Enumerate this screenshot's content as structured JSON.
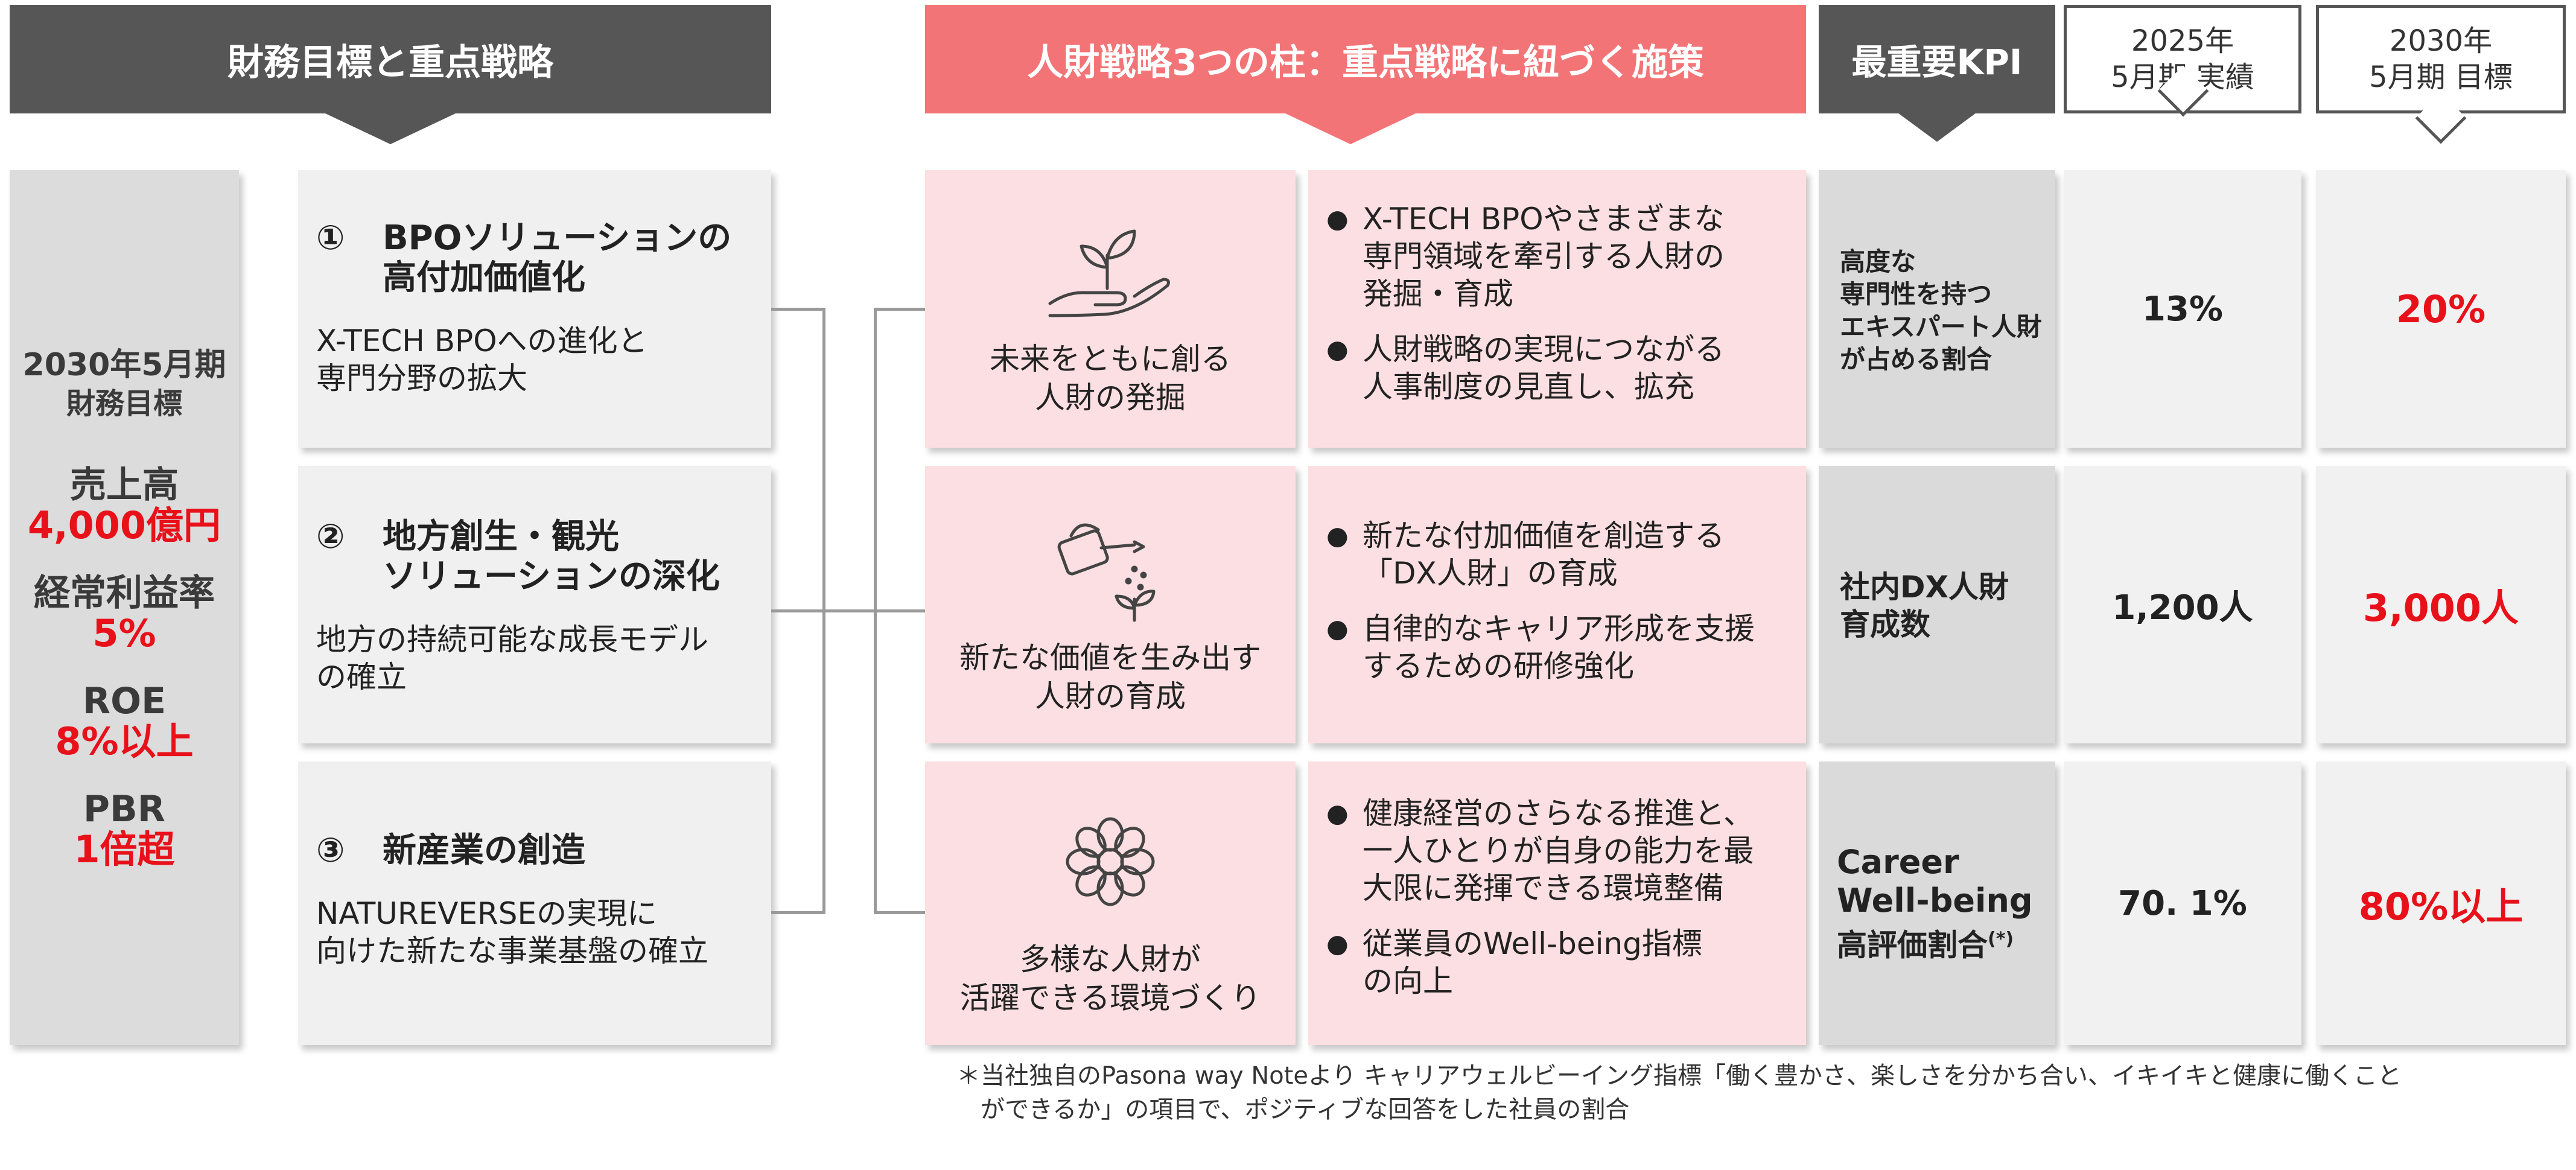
{
  "headers": {
    "left": "財務目標と重点戦略",
    "pink": "人財戦略3つの柱：重点戦略に紐づく施策",
    "kpi": "最重要KPI",
    "actual_line1": "2025年",
    "actual_line2": "5月期 実績",
    "target_line1": "2030年",
    "target_line2": "5月期 目標"
  },
  "financial": {
    "label_line1": "2030年5月期",
    "label_line2": "財務目標",
    "items": [
      {
        "metric": "売上高",
        "value": "4,000億円"
      },
      {
        "metric": "経常利益率",
        "value": "5%"
      },
      {
        "metric": "ROE",
        "value": "8%以上"
      },
      {
        "metric": "PBR",
        "value": "1倍超"
      }
    ]
  },
  "strategies": [
    {
      "number": "①",
      "title_line1": "BPOソリューションの",
      "title_line2": "高付加価値化",
      "desc_line1": "X-TECH BPOへの進化と",
      "desc_line2": "専門分野の拡大"
    },
    {
      "number": "②",
      "title_line1": "地方創生・観光",
      "title_line2": "ソリューションの深化",
      "desc_line1": "地方の持続可能な成長モデル",
      "desc_line2": "の確立"
    },
    {
      "number": "③",
      "title_line1": "新産業の創造",
      "title_line2": "",
      "desc_line1": "NATUREVERSEの実現に",
      "desc_line2": "向けた新たな事業基盤の確立"
    }
  ],
  "pillars": [
    {
      "icon": "seedling-hand-icon",
      "line1": "未来をともに創る",
      "line2": "人財の発掘",
      "bullets": [
        {
          "l1": "X-TECH BPOやさまざまな",
          "l2": "専門領域を牽引する人財の",
          "l3": "発掘・育成"
        },
        {
          "l1": "人財戦略の実現につながる",
          "l2": "人事制度の見直し、拡充",
          "l3": ""
        }
      ],
      "kpi_lines": [
        "高度な",
        "専門性を持つ",
        "エキスパート人財",
        "が占める割合"
      ],
      "actual": "13%",
      "target": "20%"
    },
    {
      "icon": "watering-can-icon",
      "line1": "新たな価値を生み出す",
      "line2": "人財の育成",
      "bullets": [
        {
          "l1": "新たな付加価値を創造する",
          "l2": "「DX人財」の育成",
          "l3": ""
        },
        {
          "l1": "自律的なキャリア形成を支援",
          "l2": "するための研修強化",
          "l3": ""
        }
      ],
      "kpi_lines": [
        "社内DX人財",
        "育成数"
      ],
      "actual": "1,200人",
      "target": "3,000人"
    },
    {
      "icon": "flower-icon",
      "line1": "多様な人財が",
      "line2": "活躍できる環境づくり",
      "bullets": [
        {
          "l1": "健康経営のさらなる推進と、",
          "l2": "一人ひとりが自身の能力を最",
          "l3": "大限に発揮できる環境整備"
        },
        {
          "l1": "従業員のWell-being指標",
          "l2": "の向上",
          "l3": ""
        }
      ],
      "kpi_lines": [
        "Career",
        "Well-being",
        "高評価割合"
      ],
      "kpi_note": "(*)",
      "actual": "70. 1%",
      "target": "80%以上"
    }
  ],
  "footnote": {
    "line1": "＊当社独自のPasona way Noteより キャリアウェルビーイング指標「働く豊かさ、楽しさを分かち合い、イキイキと健康に働くこと",
    "line2": "ができるか」の項目で、ポジティブな回答をした社員の割合"
  }
}
